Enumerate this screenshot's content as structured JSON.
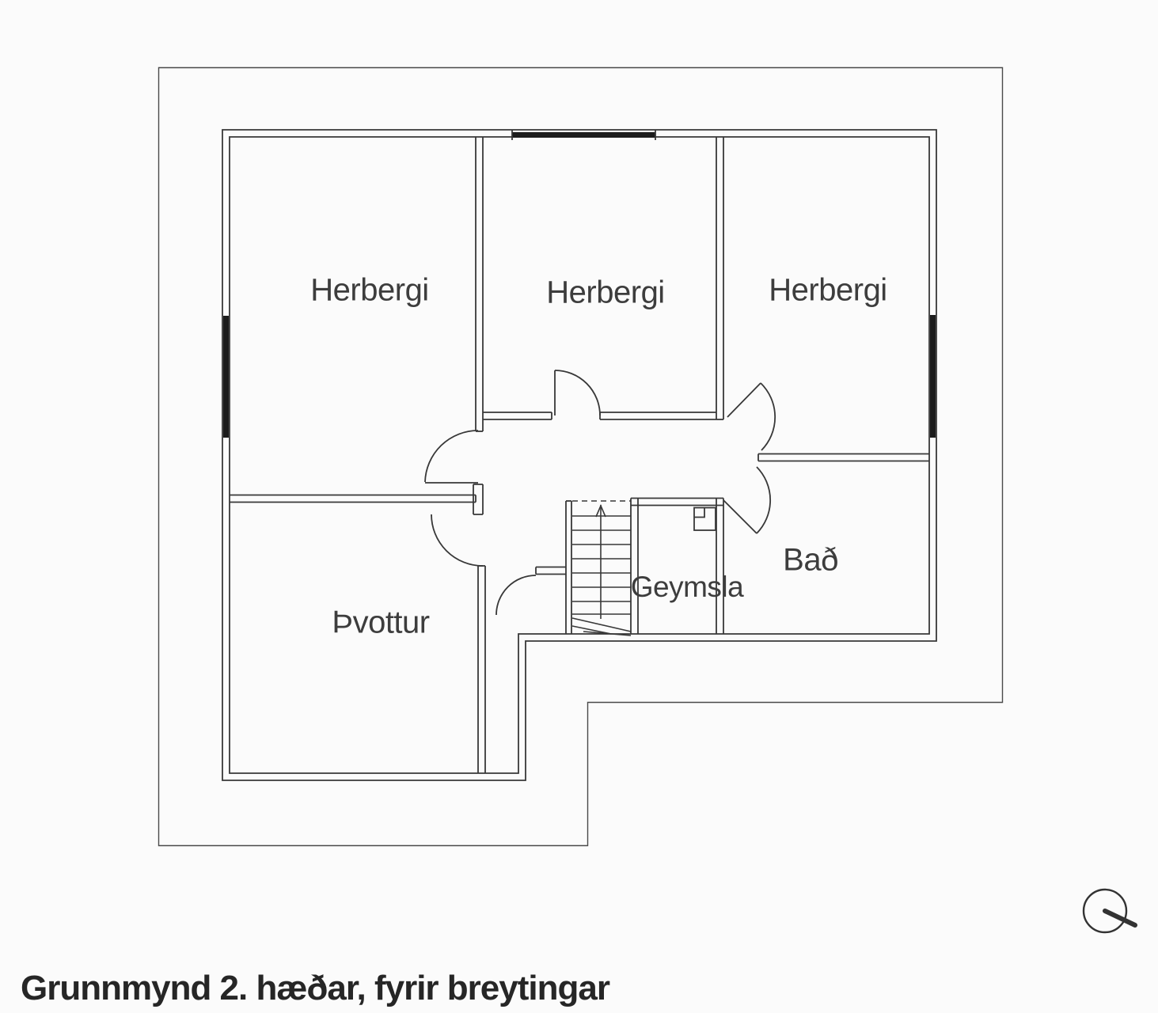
{
  "title": "Grunnmynd 2. hæðar, fyrir breytingar",
  "floor_plan": {
    "rooms": [
      {
        "id": "herbergi-1",
        "label": "Herbergi"
      },
      {
        "id": "herbergi-2",
        "label": "Herbergi"
      },
      {
        "id": "herbergi-3",
        "label": "Herbergi"
      },
      {
        "id": "thvottur",
        "label": "Þvottur"
      },
      {
        "id": "geymsla",
        "label": "Geymsla"
      },
      {
        "id": "bad",
        "label": "Bað"
      }
    ],
    "stairs": {
      "direction_arrow": "up"
    }
  },
  "colors": {
    "wall": "#383838",
    "boundary": "#4a4a4a",
    "window": "#1c1c1c",
    "text": "#3d3d3d",
    "title_text": "#262626",
    "background": "#fbfbfb"
  }
}
